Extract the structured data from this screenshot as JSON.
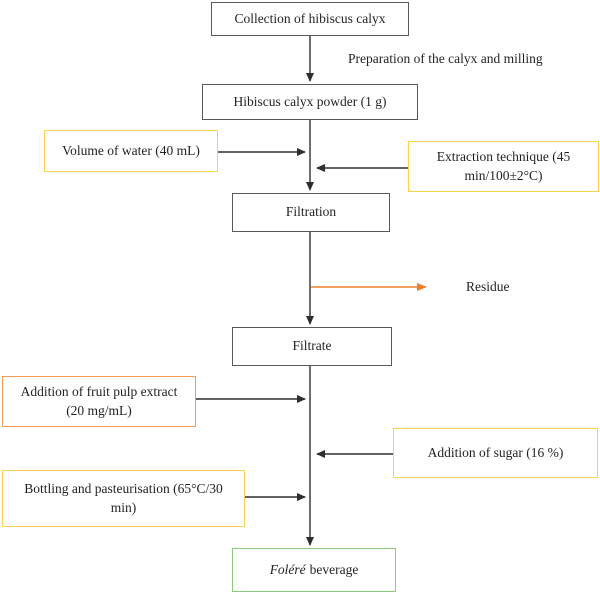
{
  "flowchart": {
    "collection": {
      "label": "Collection of hibiscus calyx"
    },
    "preparation_label": "Preparation of the calyx and milling",
    "powder": {
      "label": "Hibiscus calyx powder (1 g)"
    },
    "water": {
      "label": "Volume of water (40 mL)"
    },
    "extraction": {
      "label": "Extraction technique (45 min/100±2°C)"
    },
    "filtration": {
      "label": "Filtration"
    },
    "residue_label": "Residue",
    "filtrate": {
      "label": "Filtrate"
    },
    "fruit_pulp": {
      "label": "Addition of fruit pulp extract (20 mg/mL)"
    },
    "sugar": {
      "label": "Addition of sugar (16 %)"
    },
    "bottling": {
      "label": "Bottling and pasteurisation (65°C/30 min)"
    },
    "folere": {
      "name": "Foléré",
      "suffix": "beverage"
    },
    "colors": {
      "plain_box_border": "#58595b",
      "yellow_box_border": "#fbd34f",
      "orange_box_border": "#f09a56",
      "green_box_border": "#8cc87a",
      "arrow": "#2e2e2e",
      "residue_arrow": "#f07f2c",
      "text": "#231f20",
      "background": "#ffffff"
    }
  }
}
